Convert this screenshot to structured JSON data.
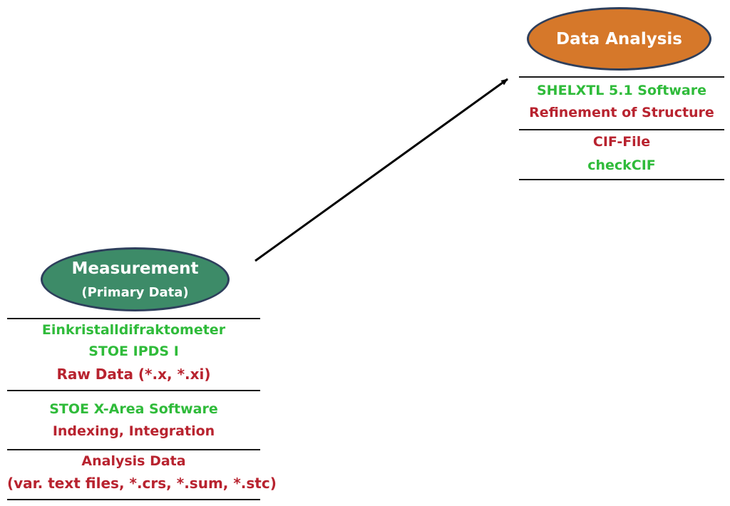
{
  "measurement": {
    "title": "Measurement",
    "subtitle": "(Primary Data)",
    "section1": {
      "line1": "Einkristalldifraktometer",
      "line2": "STOE IPDS I",
      "line3": "Raw Data (*.x, *.xi)"
    },
    "section2": {
      "line1": "STOE X-Area Software",
      "line2": "Indexing, Integration"
    },
    "section3": {
      "line1": "Analysis Data",
      "line2": "(var. text files, *.crs, *.sum, *.stc)"
    }
  },
  "analysis": {
    "title": "Data Analysis",
    "section1": {
      "line1": "SHELXTL 5.1 Software",
      "line2": "Refinement of Structure"
    },
    "section2": {
      "line1": "CIF-File",
      "line2": "checkCIF"
    }
  },
  "colors": {
    "green_text": "#2fbb3a",
    "red_text": "#b8232f",
    "measurement_fill": "#3d8b68",
    "analysis_fill": "#d6782a",
    "ellipse_border": "#2e3f5c"
  }
}
